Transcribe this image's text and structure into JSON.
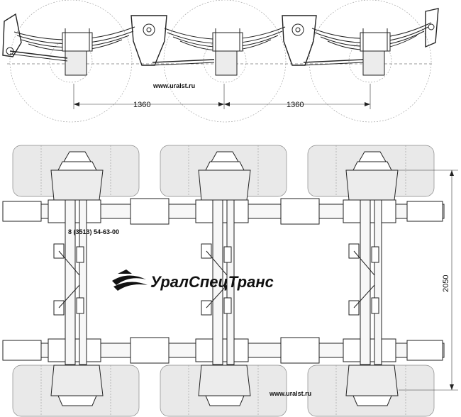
{
  "dimensions": {
    "wheel_spacing_1": "1360",
    "wheel_spacing_2": "1360",
    "track_width": "2050"
  },
  "website_top": "www.uralst.ru",
  "website_bottom": "www.uralst.ru",
  "phone": "8 (3513) 54-63-00",
  "logo_text": "УралСпецТранс"
}
